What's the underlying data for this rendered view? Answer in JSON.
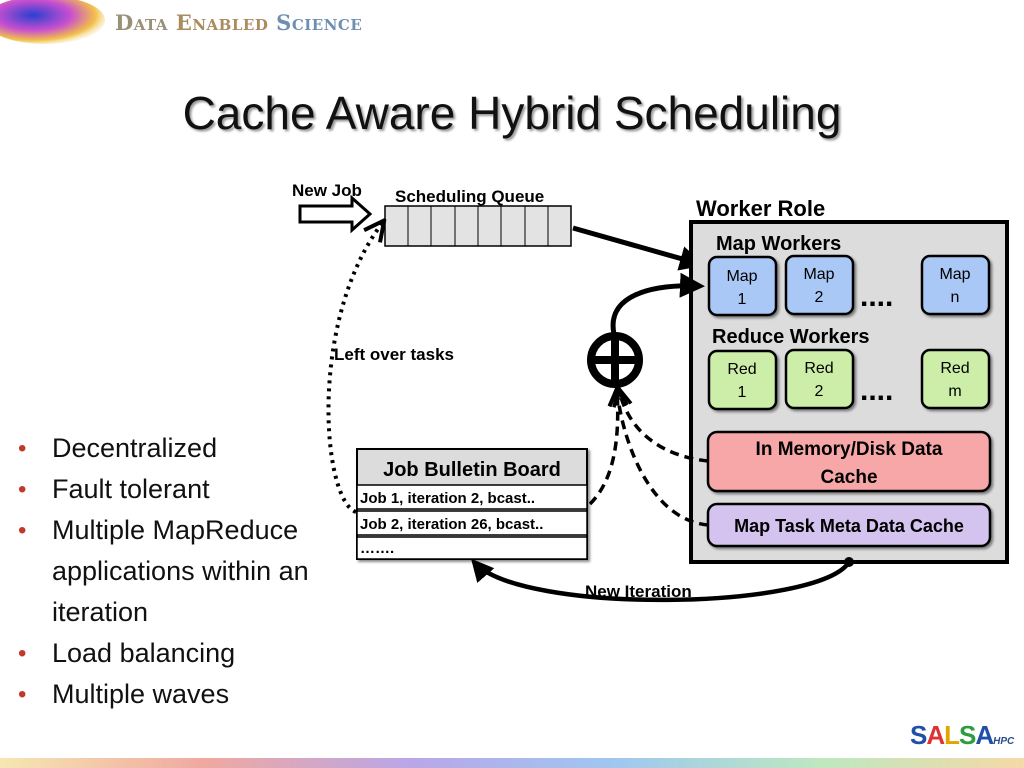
{
  "header": {
    "brand": [
      "Data",
      "Enabled",
      "Science"
    ]
  },
  "title": "Cache Aware Hybrid Scheduling",
  "diagram": {
    "new_job": "New Job",
    "scheduling_queue": "Scheduling Queue",
    "left_over_tasks": "Left over tasks",
    "worker_role": "Worker Role",
    "map_workers": "Map Workers",
    "maps": [
      [
        "Map",
        "1"
      ],
      [
        "Map",
        "2"
      ],
      [
        "Map",
        "n"
      ]
    ],
    "reduce_workers": "Reduce Workers",
    "reds": [
      [
        "Red",
        "1"
      ],
      [
        "Red",
        "2"
      ],
      [
        "Red",
        "m"
      ]
    ],
    "ellipsis": "....",
    "cache_label": [
      "In Memory/Disk Data",
      "Cache"
    ],
    "meta_cache_label": "Map Task Meta Data Cache",
    "bulletin_title": "Job Bulletin Board",
    "bulletin_rows": [
      "Job 1, iteration 2, bcast..",
      "Job 2, iteration 26, bcast..",
      "……."
    ],
    "new_iteration": "New Iteration"
  },
  "bullets": [
    "Decentralized",
    "Fault tolerant",
    "Multiple MapReduce applications within an iteration",
    "Load balancing",
    "Multiple waves"
  ],
  "logo": {
    "letters": [
      "S",
      "A",
      "L",
      "S",
      "A"
    ],
    "suffix": "HPC"
  },
  "colors": {
    "map_fill": "#a9c8f5",
    "red_fill": "#cdeea8",
    "cache_fill": "#f7a7a7",
    "meta_fill": "#d3c3ee",
    "worker_fill": "#dcdcdc",
    "queue_fill": "#e3e3e3"
  }
}
